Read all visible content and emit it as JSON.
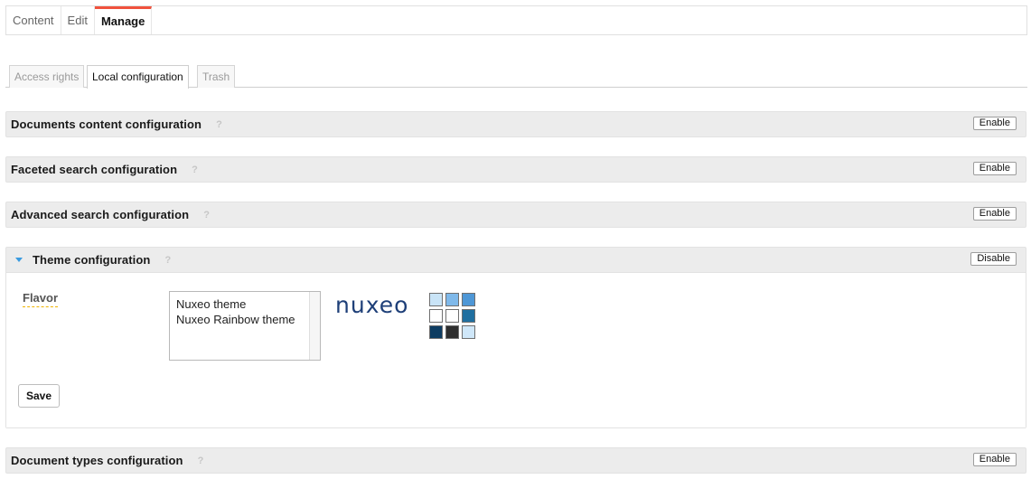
{
  "top_tabs": [
    {
      "label": "Content"
    },
    {
      "label": "Edit"
    },
    {
      "label": "Manage"
    }
  ],
  "sub_tabs": [
    {
      "label": "Access rights"
    },
    {
      "label": "Local configuration"
    },
    {
      "label": "Trash"
    }
  ],
  "sections": {
    "documents_content": {
      "title": "Documents content configuration",
      "help": "?",
      "button": "Enable"
    },
    "faceted_search": {
      "title": "Faceted search configuration",
      "help": "?",
      "button": "Enable"
    },
    "advanced_search": {
      "title": "Advanced search configuration",
      "help": "?",
      "button": "Enable"
    },
    "theme": {
      "title": "Theme configuration",
      "help": "?",
      "button": "Disable",
      "flavor_label": "Flavor",
      "flavor_options": [
        "Nuxeo theme",
        "Nuxeo Rainbow theme"
      ],
      "logo_text": "nuxeo",
      "swatch_colors": [
        "#c9e4f7",
        "#7fb9ea",
        "#4e97d6",
        "#ffffff",
        "#ffffff",
        "#1f6fa0",
        "#0d3c61",
        "#2e2e2e",
        "#cfe7f9"
      ],
      "save_label": "Save"
    },
    "document_types": {
      "title": "Document types configuration",
      "help": "?",
      "button": "Enable"
    }
  },
  "colors": {
    "active_tab_accent": "#f0523d",
    "arrow_blue": "#3a9be0"
  }
}
